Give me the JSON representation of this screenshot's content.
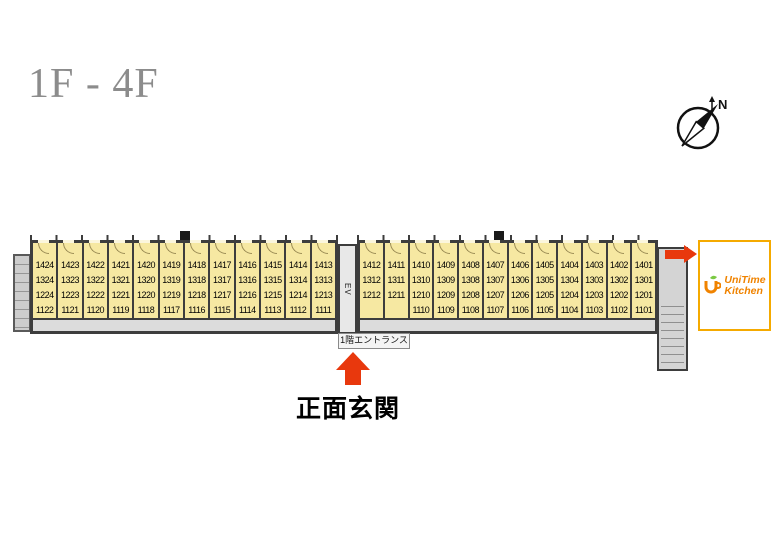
{
  "title": "1F - 4F",
  "compass": {
    "north_label": "N"
  },
  "floor_plan": {
    "ev_label": "EV",
    "entrance_box_label": "1階エントランス",
    "main_entrance_label": "正面玄関",
    "blocks": [
      {
        "name": "west-wing",
        "columns": [
          [
            "1424",
            "1324",
            "1224",
            "1122"
          ],
          [
            "1423",
            "1323",
            "1223",
            "1121"
          ],
          [
            "1422",
            "1322",
            "1222",
            "1120"
          ],
          [
            "1421",
            "1321",
            "1221",
            "1119"
          ],
          [
            "1420",
            "1320",
            "1220",
            "1118"
          ],
          [
            "1419",
            "1319",
            "1219",
            "1117"
          ],
          [
            "1418",
            "1318",
            "1218",
            "1116"
          ],
          [
            "1417",
            "1317",
            "1217",
            "1115"
          ],
          [
            "1416",
            "1316",
            "1216",
            "1114"
          ],
          [
            "1415",
            "1315",
            "1215",
            "1113"
          ],
          [
            "1414",
            "1314",
            "1214",
            "1112"
          ],
          [
            "1413",
            "1313",
            "1213",
            "1111"
          ]
        ]
      },
      {
        "name": "east-wing",
        "columns": [
          [
            "1412",
            "1312",
            "1212",
            ""
          ],
          [
            "1411",
            "1311",
            "1211",
            ""
          ],
          [
            "1410",
            "1310",
            "1210",
            "1110"
          ],
          [
            "1409",
            "1309",
            "1209",
            "1109"
          ],
          [
            "1408",
            "1308",
            "1208",
            "1108"
          ],
          [
            "1407",
            "1307",
            "1207",
            "1107"
          ],
          [
            "1406",
            "1306",
            "1206",
            "1106"
          ],
          [
            "1405",
            "1305",
            "1205",
            "1105"
          ],
          [
            "1404",
            "1304",
            "1204",
            "1104"
          ],
          [
            "1403",
            "1303",
            "1203",
            "1103"
          ],
          [
            "1402",
            "1302",
            "1202",
            "1102"
          ],
          [
            "1401",
            "1301",
            "1201",
            "1101"
          ]
        ]
      }
    ]
  },
  "logo": {
    "line1": "UniTime",
    "line2": "Kitchen"
  },
  "colors": {
    "room_fill": "#f6e8a2",
    "wall": "#3d3d3d",
    "corridor": "#dcdcdc",
    "arrow_red": "#e8380d",
    "logo_orange": "#f08300",
    "logo_border": "#f5aa00",
    "title_gray": "#8c8c8c"
  }
}
